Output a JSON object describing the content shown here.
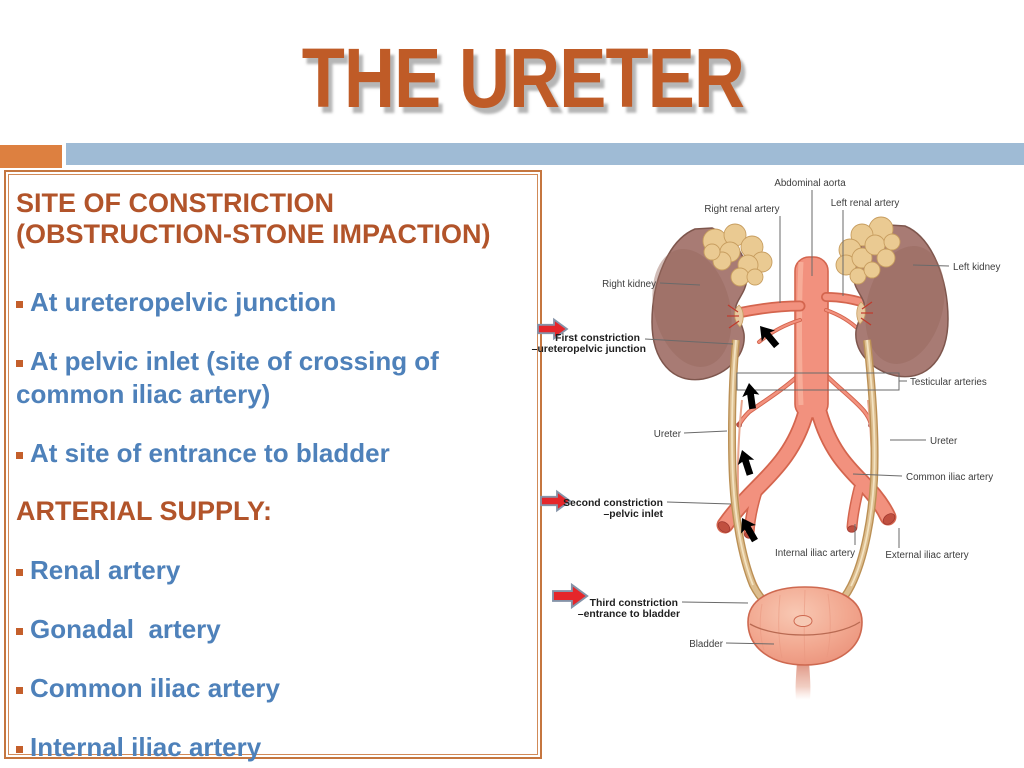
{
  "slide": {
    "title": "THE URETER",
    "colors": {
      "title_orange": "#bf5b27",
      "band_orange": "#dd8040",
      "band_blue": "#9fbbd5",
      "heading_orange": "#b2542a",
      "body_blue": "#4e81ba",
      "box_border_orange": "#c5763f",
      "red_arrow": "#e5262a",
      "vessel_salmon": "#f2917e",
      "kidney_brown": "#a87b74",
      "adrenal_tan": "#eaca92",
      "ureter_tan": "#dcbd8e"
    }
  },
  "textbox": {
    "heading_line1": "SITE OF CONSTRICTION",
    "heading_line2": "(OBSTRUCTION-STONE IMPACTION)",
    "constriction_items": [
      "At ureteropelvic junction",
      "At pelvic inlet (site of crossing of common iliac artery)",
      "At site of entrance to bladder"
    ],
    "heading2": "ARTERIAL SUPPLY:",
    "supply_items": [
      "Renal artery",
      "Gonadal  artery",
      "Common iliac artery",
      "Internal iliac artery"
    ]
  },
  "diagram": {
    "labels": {
      "abdominal_aorta": "Abdominal aorta",
      "right_renal_artery": "Right renal artery",
      "left_renal_artery": "Left renal artery",
      "right_kidney": "Right kidney",
      "left_kidney": "Left kidney",
      "testicular_arteries": "Testicular arteries",
      "ureter_left": "Ureter",
      "ureter_right": "Ureter",
      "common_iliac_artery": "Common iliac artery",
      "internal_iliac_artery": "Internal iliac artery",
      "external_iliac_artery": "External iliac artery",
      "bladder": "Bladder",
      "first_constriction_1": "First constriction",
      "first_constriction_2": "–ureteropelvic junction",
      "second_constriction_1": "Second constriction",
      "second_constriction_2": "–pelvic inlet",
      "third_constriction_1": "Third constriction",
      "third_constriction_2": "–entrance to bladder"
    }
  }
}
